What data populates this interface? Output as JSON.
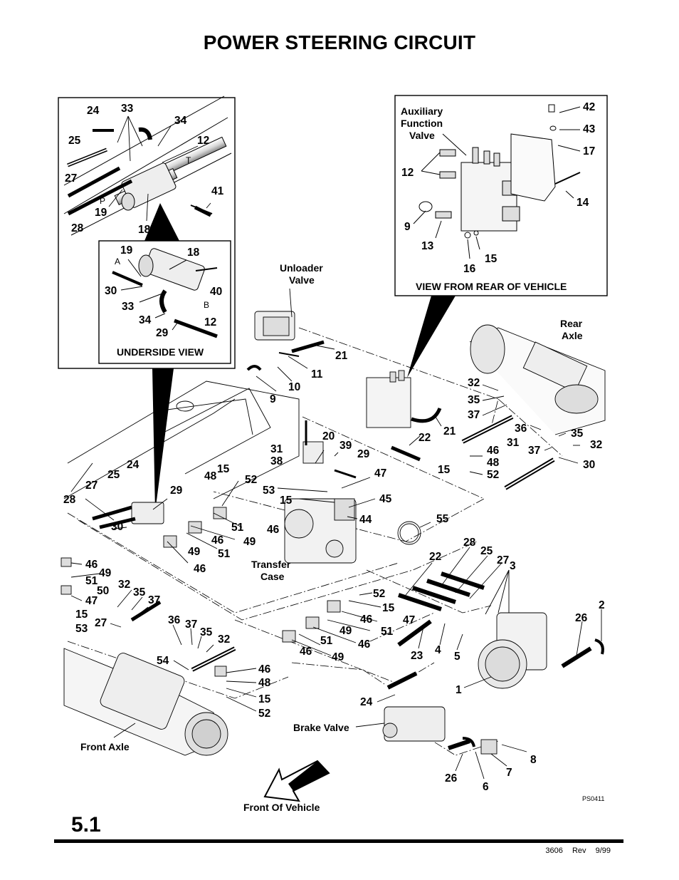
{
  "title": "POWER STEERING CIRCUIT",
  "section": "5.1",
  "footer": {
    "doc": "3606",
    "rev_label": "Rev",
    "date": "9/99"
  },
  "figure_id": "PS0411",
  "labels": {
    "auxiliary_valve": [
      "Auxiliary",
      "Function",
      "Valve"
    ],
    "unloader_valve": [
      "Unloader",
      "Valve"
    ],
    "rear_axle": [
      "Rear",
      "Axle"
    ],
    "transfer_case": [
      "Transfer",
      "Case"
    ],
    "brake_valve": "Brake Valve",
    "front_axle": "Front Axle",
    "front_of_vehicle": "Front Of Vehicle",
    "view_from_rear": "VIEW FROM REAR OF VEHICLE",
    "underside_view": "UNDERSIDE VIEW"
  },
  "port_letters": {
    "t": "T",
    "p": "P",
    "a": "A",
    "b": "B"
  },
  "callouts": {
    "top_left_inset": [
      "24",
      "33",
      "34",
      "25",
      "12",
      "27",
      "41",
      "19",
      "28",
      "18"
    ],
    "underside_inset": [
      "19",
      "18",
      "30",
      "40",
      "33",
      "34",
      "12",
      "29"
    ],
    "top_right_inset": [
      "42",
      "43",
      "17",
      "12",
      "14",
      "9",
      "13",
      "15",
      "16"
    ],
    "unloader_area": [
      "21",
      "11",
      "10",
      "9"
    ],
    "center": [
      "22",
      "21",
      "20",
      "39",
      "29",
      "31",
      "38",
      "47",
      "53",
      "15",
      "45",
      "44",
      "55"
    ],
    "rear_axle_area": [
      "32",
      "35",
      "37",
      "36",
      "31",
      "35",
      "37",
      "32",
      "30",
      "46",
      "48",
      "15",
      "52"
    ],
    "left_mid": [
      "24",
      "25",
      "27",
      "28",
      "29",
      "30",
      "48",
      "15",
      "52",
      "51",
      "46",
      "46",
      "49",
      "49",
      "51",
      "46"
    ],
    "left_low": [
      "46",
      "49",
      "51",
      "50",
      "47",
      "15",
      "53",
      "32",
      "35",
      "37",
      "27",
      "36",
      "37",
      "35",
      "32",
      "54",
      "46",
      "48",
      "15",
      "52"
    ],
    "lower_center": [
      "52",
      "15",
      "46",
      "47",
      "51",
      "49",
      "46",
      "51",
      "46",
      "49",
      "28",
      "25",
      "27",
      "3",
      "22",
      "23",
      "4",
      "5",
      "1",
      "2",
      "26",
      "24",
      "8",
      "7",
      "26",
      "6"
    ]
  }
}
